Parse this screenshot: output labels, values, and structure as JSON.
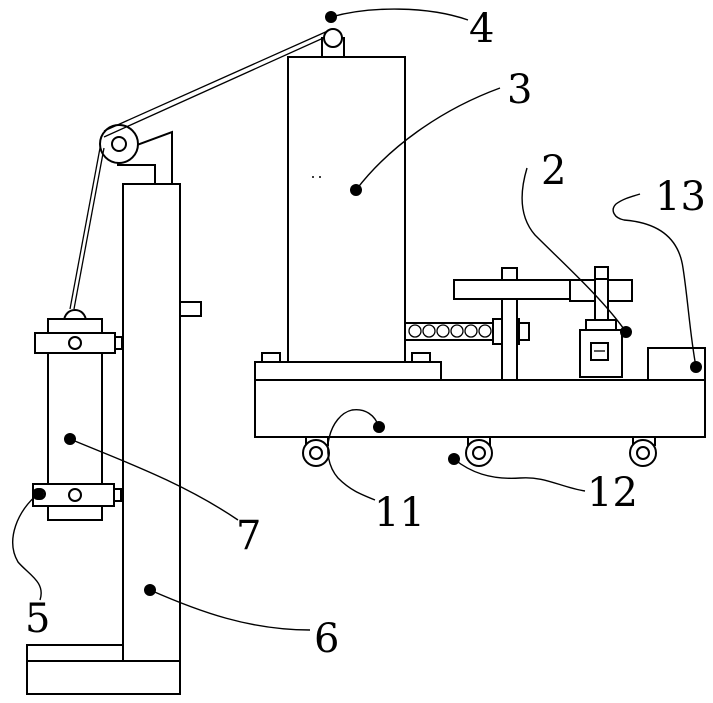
{
  "callouts": [
    {
      "id": "label-1",
      "text": "2"
    },
    {
      "id": "label-2",
      "text": "3"
    },
    {
      "id": "label-3",
      "text": "4"
    },
    {
      "id": "label-4",
      "text": "5"
    },
    {
      "id": "label-5",
      "text": "6"
    },
    {
      "id": "label-6",
      "text": "7"
    },
    {
      "id": "label-7",
      "text": "11"
    },
    {
      "id": "label-8",
      "text": "12"
    },
    {
      "id": "label-9",
      "text": "13"
    }
  ],
  "colors": {
    "line": "#000000",
    "background": "#ffffff"
  }
}
